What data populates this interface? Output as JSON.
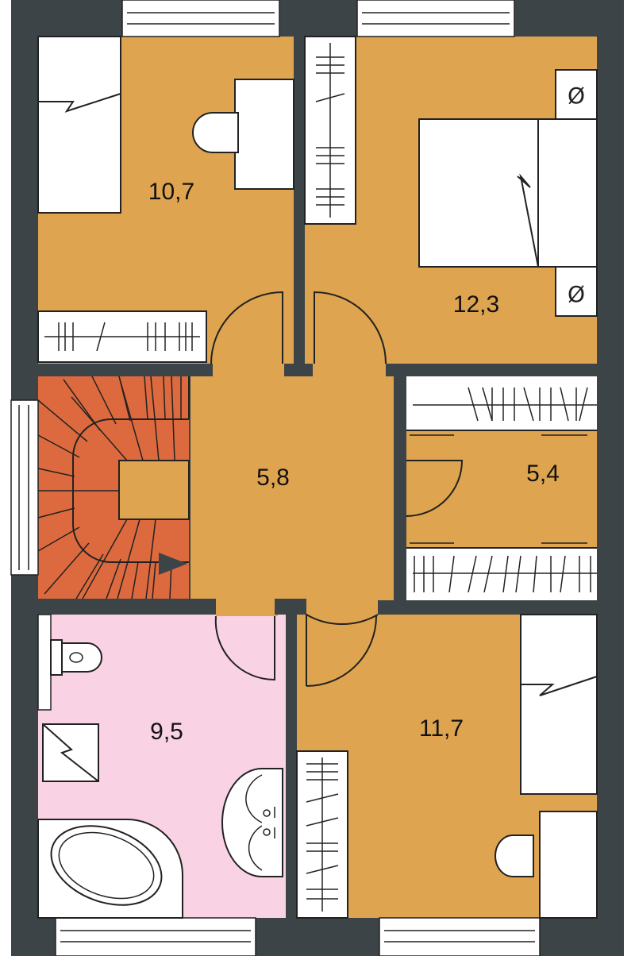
{
  "floor_plan": {
    "colors": {
      "wall": "#3d4447",
      "room": "#dfa44f",
      "bathroom": "#f9d2e4",
      "stairs": "#dd6a3e",
      "furniture": "#ffffff",
      "line": "#222222"
    },
    "rooms": [
      {
        "id": "bedroom_nw",
        "type": "bedroom",
        "area_label": "10,7"
      },
      {
        "id": "bedroom_ne",
        "type": "bedroom",
        "area_label": "12,3"
      },
      {
        "id": "hall",
        "type": "hallway",
        "area_label": "5,8"
      },
      {
        "id": "closet",
        "type": "walk-in closet",
        "area_label": "5,4"
      },
      {
        "id": "bathroom",
        "type": "bathroom",
        "area_label": "9,5"
      },
      {
        "id": "bedroom_se",
        "type": "bedroom",
        "area_label": "11,7"
      },
      {
        "id": "stairs",
        "type": "staircase",
        "area_label": ""
      }
    ],
    "nightstand_symbol": "Ø"
  }
}
